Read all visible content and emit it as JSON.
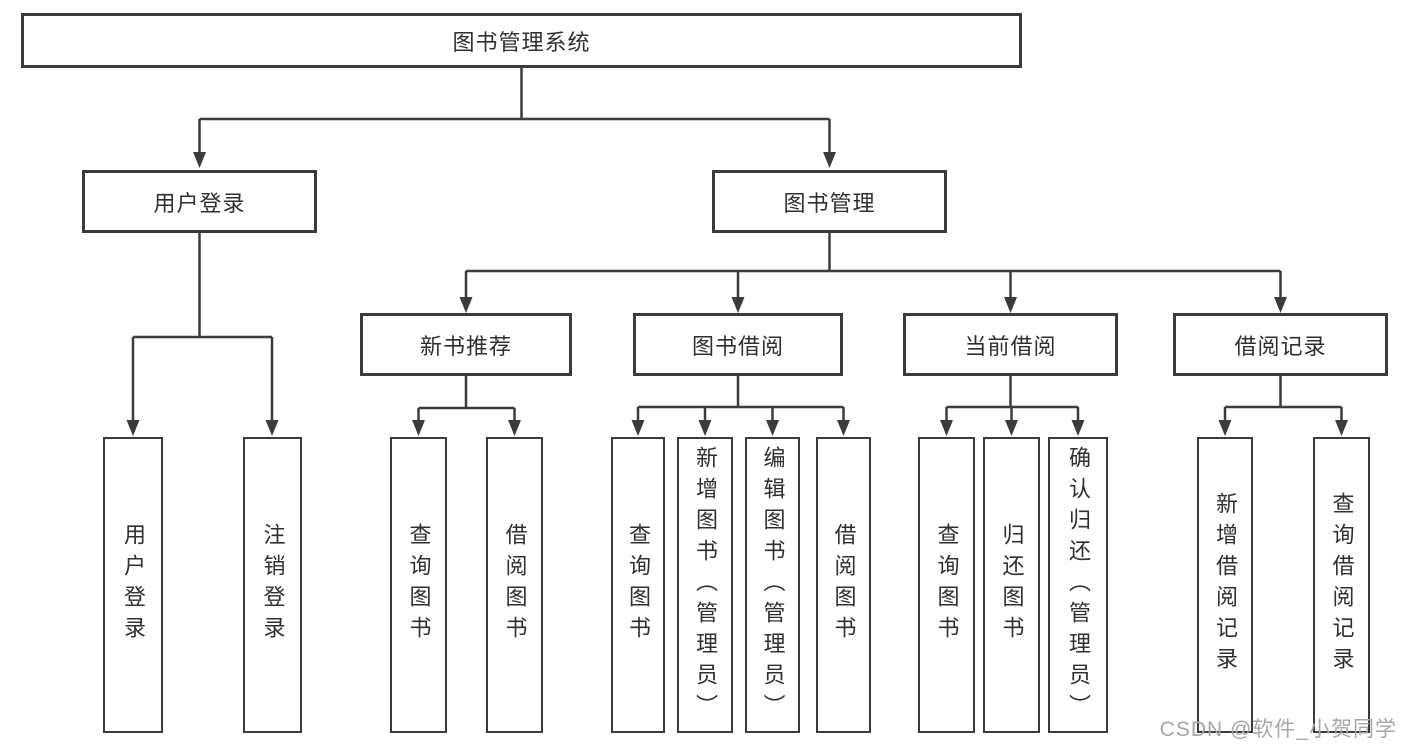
{
  "tree": {
    "root": {
      "label": "图书管理系统"
    },
    "children": [
      {
        "label": "用户登录",
        "children": [
          {
            "label": "用户登录"
          },
          {
            "label": "注销登录"
          }
        ]
      },
      {
        "label": "图书管理",
        "children": [
          {
            "label": "新书推荐",
            "children": [
              {
                "label": "查询图书"
              },
              {
                "label": "借阅图书"
              }
            ]
          },
          {
            "label": "图书借阅",
            "children": [
              {
                "label": "查询图书"
              },
              {
                "label": "新增图书（管理员）"
              },
              {
                "label": "编辑图书（管理员）"
              },
              {
                "label": "借阅图书"
              }
            ]
          },
          {
            "label": "当前借阅",
            "children": [
              {
                "label": "查询图书"
              },
              {
                "label": "归还图书"
              },
              {
                "label": "确认归还（管理员）"
              }
            ]
          },
          {
            "label": "借阅记录",
            "children": [
              {
                "label": "新增借阅记录"
              },
              {
                "label": "查询借阅记录"
              }
            ]
          }
        ]
      }
    ]
  },
  "watermark": {
    "text": "CSDN @软件_小贺同学"
  },
  "colors": {
    "line": "#3b3b3b",
    "box_border": "#3b3b3b",
    "text": "#2f2f2f",
    "watermark": "#a6a6a6",
    "background": "#ffffff"
  }
}
